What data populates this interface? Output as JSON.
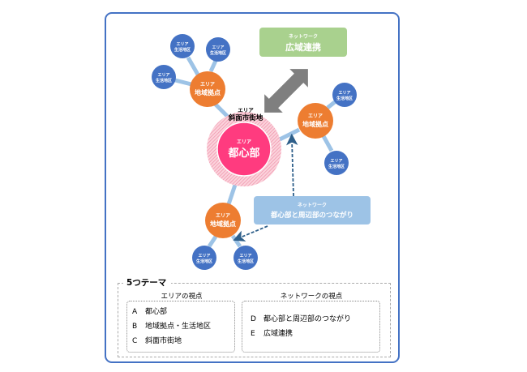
{
  "colors": {
    "frame": "#4472c4",
    "core": "#ff3b7f",
    "core_ring": "#f4a3b6",
    "hub": "#ed7d31",
    "living": "#4472c4",
    "link": "#9dc3e6",
    "arrow": "#7f7f7f",
    "dashed_arrow": "#2e5f8a",
    "network_wide": "#a9d18e",
    "network_core": "#9dc3e6"
  },
  "diagram": {
    "core": {
      "category": "エリア",
      "label": "都心部"
    },
    "slope_area": {
      "category": "エリア",
      "label": "斜面市街地"
    },
    "hubs": [
      {
        "category": "エリア",
        "label": "地域拠点"
      },
      {
        "category": "エリア",
        "label": "地域拠点"
      },
      {
        "category": "エリア",
        "label": "地域拠点"
      }
    ],
    "living_districts": [
      {
        "category": "エリア",
        "label": "生活地区"
      },
      {
        "category": "エリア",
        "label": "生活地区"
      },
      {
        "category": "エリア",
        "label": "生活地区"
      },
      {
        "category": "エリア",
        "label": "生活地区"
      },
      {
        "category": "エリア",
        "label": "生活地区"
      },
      {
        "category": "エリア",
        "label": "生活地区"
      },
      {
        "category": "エリア",
        "label": "生活地区"
      }
    ],
    "network_wide": {
      "category": "ネットワーク",
      "label": "広域連携"
    },
    "network_core": {
      "category": "ネットワーク",
      "label": "都心部と周辺部のつながり"
    }
  },
  "themes": {
    "title": "5つテーマ",
    "area": {
      "heading": "エリアの視点",
      "items": [
        {
          "key": "A",
          "label": "都心部"
        },
        {
          "key": "B",
          "label": "地域拠点・生活地区"
        },
        {
          "key": "C",
          "label": "斜面市街地"
        }
      ]
    },
    "network": {
      "heading": "ネットワークの視点",
      "items": [
        {
          "key": "D",
          "label": "都心部と周辺部のつながり"
        },
        {
          "key": "E",
          "label": "広域連携"
        }
      ]
    }
  }
}
